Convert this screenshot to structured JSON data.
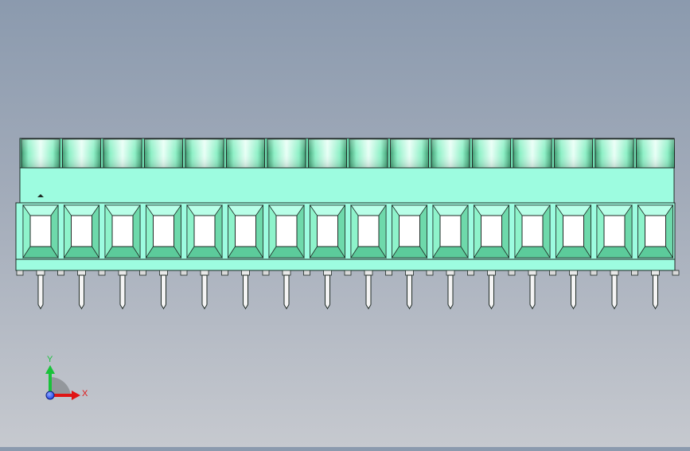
{
  "model": {
    "type": "terminal-block",
    "pole_count": 16,
    "colors": {
      "body": "#9dfce0",
      "body_dark": "#6fdcb0",
      "cylinder_highlight": "#e6fff5",
      "cylinder_shade": "#55b58a",
      "outline": "#1f2a25",
      "pin": "#f4f4f4",
      "background_top": "#8b9aae",
      "background_bottom": "#c6c9cf"
    }
  },
  "triad": {
    "x_label": "X",
    "y_label": "Y",
    "x_color": "#e01414",
    "y_color": "#19c23a",
    "z_color": "#1b3fe6"
  }
}
